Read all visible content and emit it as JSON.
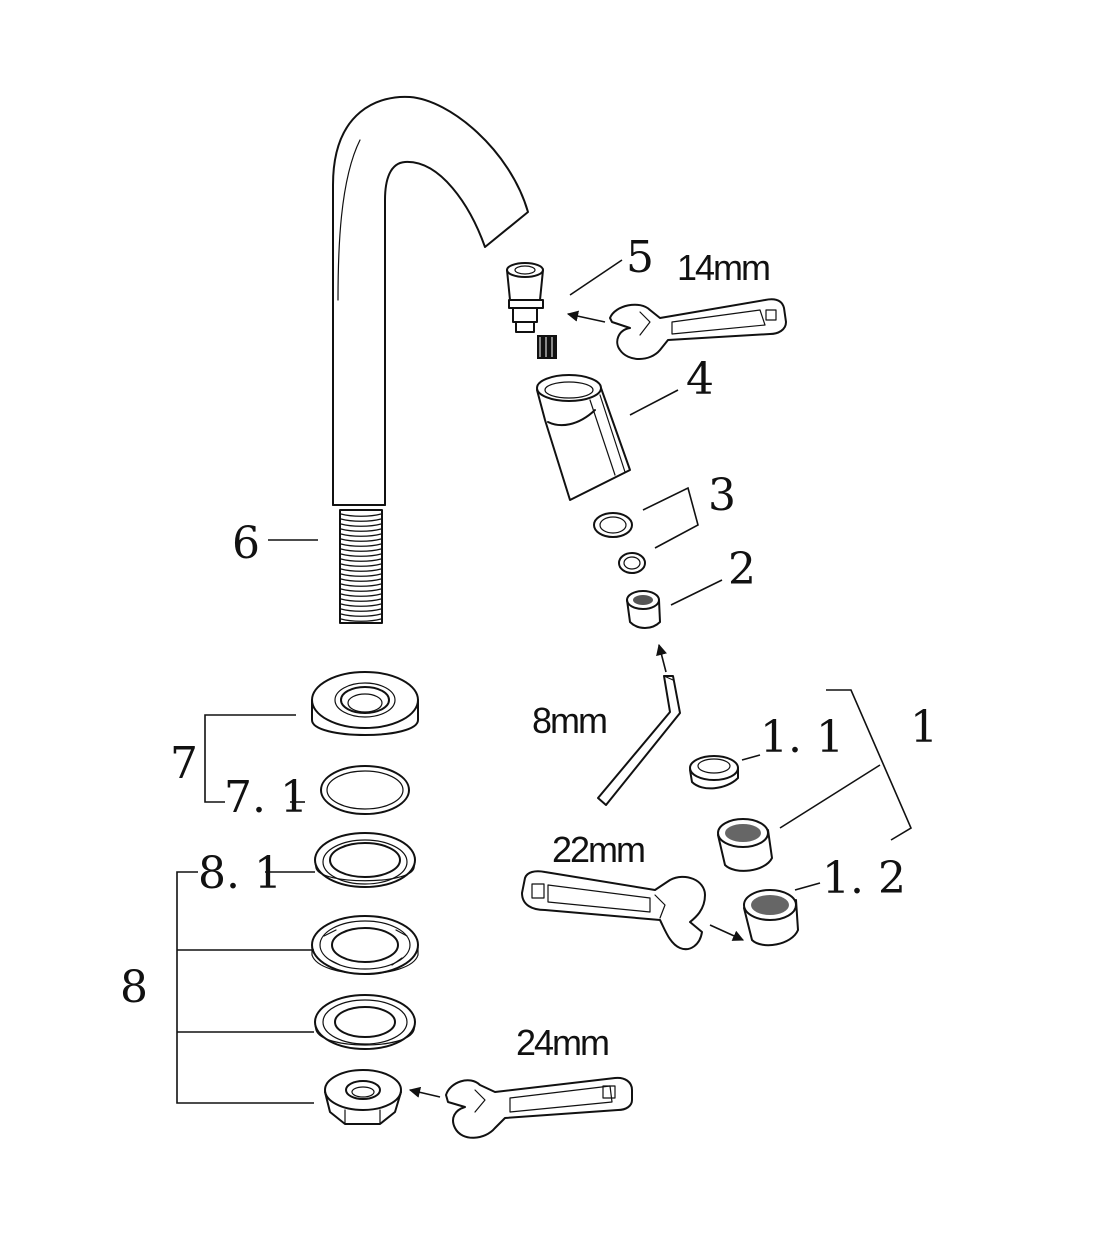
{
  "diagram": {
    "part_labels": {
      "p1": "1",
      "p1_1": "1. 1",
      "p1_2": "1. 2",
      "p2": "2",
      "p3": "3",
      "p4": "4",
      "p5": "5",
      "p6": "6",
      "p7": "7",
      "p7_1": "7. 1",
      "p8": "8",
      "p8_1": "8. 1"
    },
    "wrench_sizes": {
      "cartridge": "14mm",
      "hex_key": "8mm",
      "aerator": "22mm",
      "nut": "24mm"
    }
  }
}
